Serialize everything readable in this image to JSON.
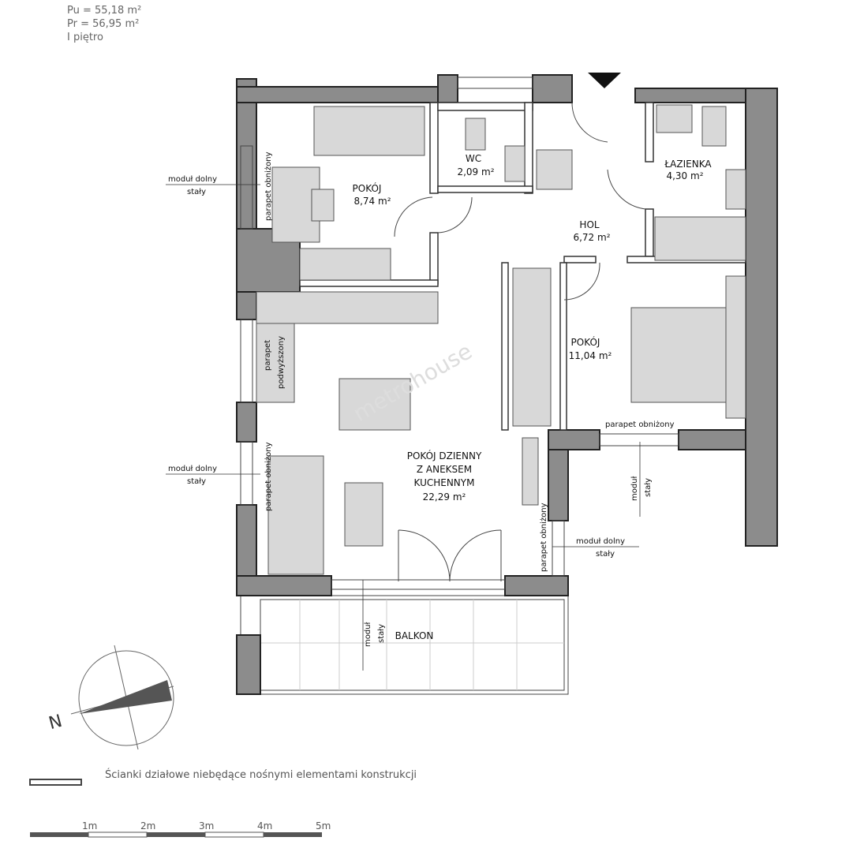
{
  "header": {
    "pu": "Pu = 55,18 m²",
    "pr": "Pr = 56,95 m²",
    "floor": "I piętro"
  },
  "rooms": [
    {
      "name": "POKÓJ",
      "area": "8,74 m²"
    },
    {
      "name": "WC",
      "area": "2,09 m²"
    },
    {
      "name": "ŁAZIENKA",
      "area": "4,30 m²"
    },
    {
      "name": "HOL",
      "area": "6,72 m²"
    },
    {
      "name": "POKÓJ",
      "area": "11,04 m²"
    },
    {
      "name": "POKÓJ DZIENNY",
      "name2": "Z ANEKSEM",
      "name3": "KUCHENNYM",
      "area": "22,29 m²"
    },
    {
      "name": "BALKON"
    }
  ],
  "annotations": {
    "modul_dolny_1": "moduł dolny",
    "staly_1": "stały",
    "modul_dolny_2": "moduł dolny",
    "staly_2": "stały",
    "modul_dolny_3": "moduł dolny",
    "staly_3": "stały",
    "parapet_obnizony_1": "parapet obniżony",
    "parapet_obnizony_2": "parapet obniżony",
    "parapet_obnizony_3": "parapet obniżony",
    "parapet_obnizony_4": "parapet obniżony",
    "parapet_1": "parapet",
    "podwyzszony": "podwyższony",
    "modul_1": "moduł",
    "staly_4": "stały",
    "modul_2": "moduł",
    "staly_5": "stały"
  },
  "watermark": "metrohouse",
  "compass": {
    "north": "N"
  },
  "legend": {
    "text": "Ścianki działowe niebędące nośnymi elementami konstrukcji"
  },
  "scale": {
    "labels": [
      "1m",
      "2m",
      "3m",
      "4m",
      "5m"
    ]
  }
}
